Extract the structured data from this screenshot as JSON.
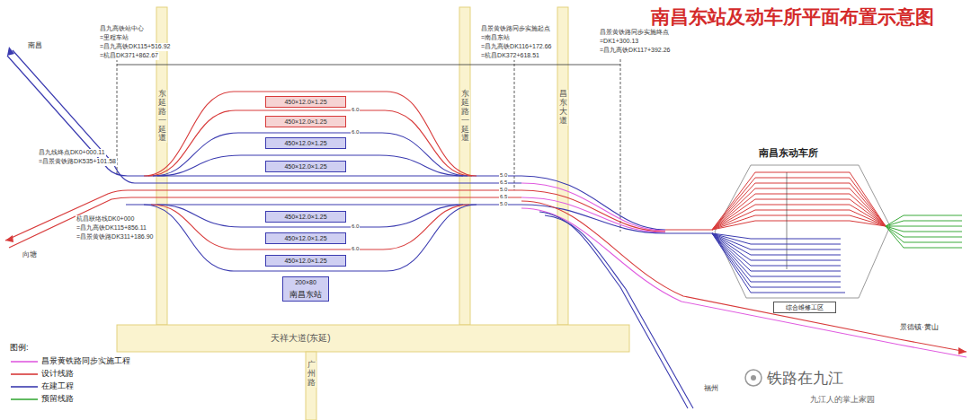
{
  "diagram": {
    "title": "南昌东站及动车所平面布置示意图",
    "nodes": [
      {
        "text": [
          "450×12.0×1.25"
        ]
      },
      {
        "text": [
          "450×12.0×1.25"
        ]
      },
      {
        "text": [
          "450×12.0×1.25"
        ]
      },
      {
        "text": [
          "450×12.0×1.25"
        ]
      },
      {
        "text": [
          "450×12.0×1.25"
        ]
      },
      {
        "text": [
          "450×12.0×1.25"
        ]
      },
      {
        "text": [
          "450×12.0×1.25"
        ]
      },
      {
        "text": [
          "200×80",
          "南昌东站"
        ]
      },
      {
        "text": [
          "综合维修工区"
        ]
      }
    ],
    "labels": [
      "昌九高铁站中心",
      "=里程车站",
      "=昌九高铁DK115+516.92",
      "=杭昌DK371+862.67",
      "昌景黄铁路同步实施起点",
      "=南昌东站",
      "=昌九高铁DK116+172.66",
      "=杭昌DK372+618.51",
      "昌景黄铁路同步实施终点",
      "=DK1+300.13",
      "=昌九高铁DK117+392.26",
      "昌九线终点DK0+000.11",
      "=昌景黄铁路DK535+101.58",
      "杭昌联络线DK0+000",
      "=昌九高铁DK115+856.11",
      "=昌景黄铁路DK311+186.90",
      "南昌",
      "向塘",
      "景德镇·黄山",
      "福州",
      "东延路一延道",
      "东延路一延道",
      "昌东大道",
      "天祥大道(东延)",
      "广州路",
      "5.0",
      "6.5",
      "5.0",
      "6.5",
      "5.0",
      "6.0",
      "6.0",
      "6.0",
      "6.0",
      "南昌东动车所",
      "图例:",
      "铁路在九江",
      "九江人的掌上家园"
    ],
    "legend": [
      {
        "text": "昌景黄铁路同步实施工程",
        "color": "#e05ce0"
      },
      {
        "text": "设计线路",
        "color": "#d83a3a"
      },
      {
        "text": "在建工程",
        "color": "#3b3bb0"
      },
      {
        "text": "预留线路",
        "color": "#3aaa3a"
      }
    ]
  }
}
